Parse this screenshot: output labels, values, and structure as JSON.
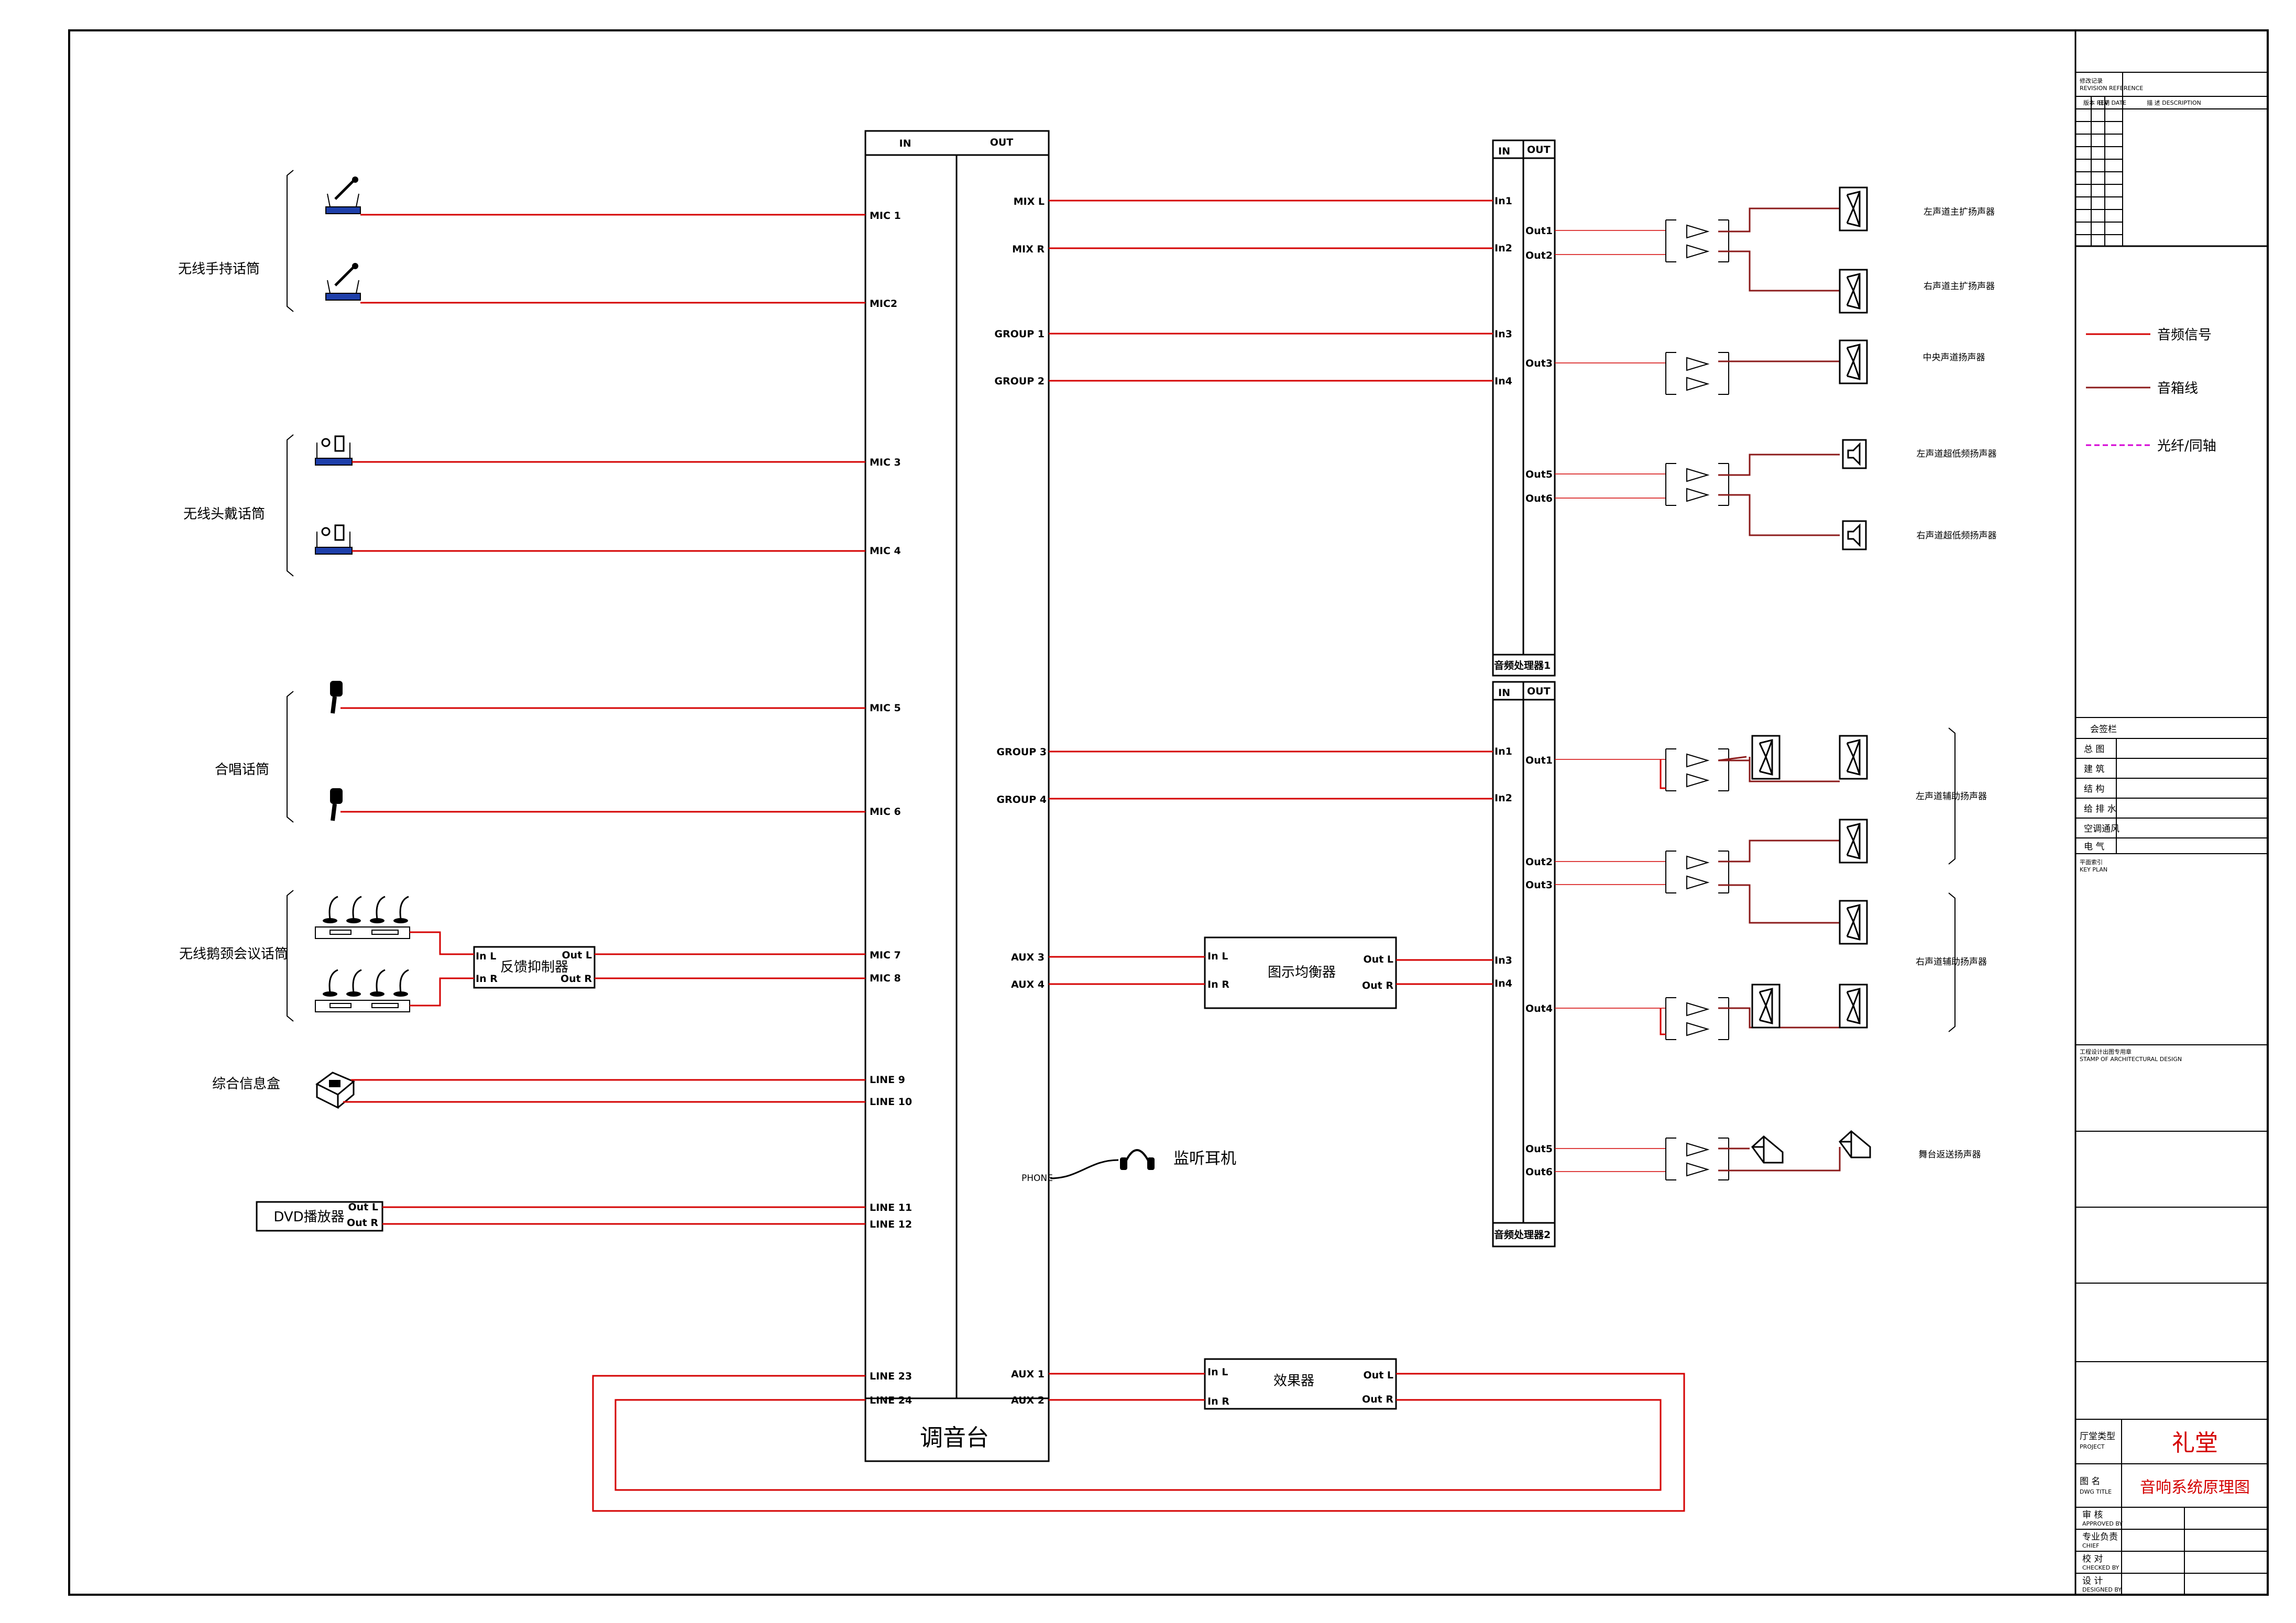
{
  "mixer": {
    "title": "调音台",
    "in": "IN",
    "out": "OUT",
    "inputs": [
      "MIC 1",
      "MIC2",
      "MIC 3",
      "MIC 4",
      "MIC 5",
      "MIC 6",
      "MIC 7",
      "MIC 8",
      "LINE 9",
      "LINE 10",
      "LINE 11",
      "LINE 12",
      "LINE 23",
      "LINE 24"
    ],
    "outputs": [
      "MIX L",
      "MIX R",
      "GROUP 1",
      "GROUP 2",
      "GROUP 3",
      "GROUP 4",
      "AUX 3",
      "AUX 4",
      "AUX 1",
      "AUX 2"
    ],
    "phone": "PHONE"
  },
  "sources": {
    "handheld": "无线手持话筒",
    "headset": "无线头戴话筒",
    "choir": "合唱话筒",
    "conference": "无线鹅颈会议话筒",
    "infobox": "综合信息盒",
    "dvd": "DVD播放器"
  },
  "feedback": {
    "title": "反馈抑制器",
    "in_l": "In L",
    "in_r": "In R",
    "out_l": "Out L",
    "out_r": "Out R"
  },
  "dvd_ports": {
    "out_l": "Out L",
    "out_r": "Out R"
  },
  "eq": {
    "title": "图示均衡器",
    "in_l": "In L",
    "in_r": "In R",
    "out_l": "Out L",
    "out_r": "Out R"
  },
  "fx": {
    "title": "效果器",
    "in_l": "In L",
    "in_r": "In R",
    "out_l": "Out L",
    "out_r": "Out R"
  },
  "monitor_headphone": "监听耳机",
  "processor1": {
    "title": "音频处理器1",
    "in": "IN",
    "out": "OUT",
    "inputs": [
      "In1",
      "In2",
      "In3",
      "In4"
    ],
    "outputs": [
      "Out1",
      "Out2",
      "Out3",
      "Out5",
      "Out6"
    ]
  },
  "processor2": {
    "title": "音频处理器2",
    "in": "IN",
    "out": "OUT",
    "inputs": [
      "In1",
      "In2",
      "In3",
      "In4"
    ],
    "outputs": [
      "Out1",
      "Out2",
      "Out3",
      "Out4",
      "Out5",
      "Out6"
    ]
  },
  "speakers": {
    "left_main": "左声道主扩扬声器",
    "right_main": "右声道主扩扬声器",
    "center": "中央声道扬声器",
    "left_sub": "左声道超低频扬声器",
    "right_sub": "右声道超低频扬声器",
    "left_aux": "左声道辅助扬声器",
    "right_aux": "右声道辅助扬声器",
    "stage": "舞台返送扬声器"
  },
  "legend": {
    "audio": "音频信号",
    "speaker": "音箱线",
    "fiber": "光纤/同轴"
  },
  "colors": {
    "audio": "#d40000",
    "speaker": "#8b1a1a",
    "fiber": "#d400d4"
  },
  "title_block": {
    "revision_cn": "修改记录",
    "revision_en": "REVISION REFERENCE",
    "rev_cols": [
      "版本\nREV",
      "日期\nDATE",
      "描    述\nDESCRIPTION"
    ],
    "sign_title": "会签栏",
    "sign_rows": [
      "总    图",
      "建    筑",
      "结    构",
      "给 排 水",
      "空调通风",
      "电    气"
    ],
    "key_plan_cn": "平面索引",
    "key_plan_en": "KEY PLAN",
    "stamp_cn": "工程设计出图专用章",
    "stamp_en": "STAMP OF ARCHITECTURAL DESIGN",
    "project_label": "厅堂类型",
    "project_label_en": "PROJECT",
    "project_value": "礼堂",
    "drawing_label": "图    名",
    "drawing_label_en": "DWG TITLE",
    "drawing_value": "音响系统原理图",
    "roles": [
      [
        "审    核",
        "APPROVED BY"
      ],
      [
        "专业负责",
        "CHIEF"
      ],
      [
        "校    对",
        "CHECKED BY"
      ],
      [
        "设    计",
        "DESIGNED BY"
      ]
    ]
  }
}
